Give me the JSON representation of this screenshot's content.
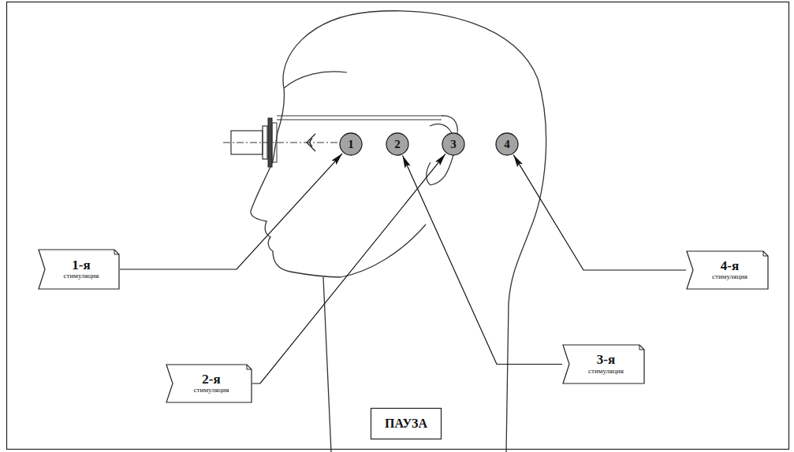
{
  "diagram": {
    "nodes": [
      {
        "text": [
          "1"
        ]
      },
      {
        "text": [
          "2"
        ]
      },
      {
        "text": [
          "3"
        ]
      },
      {
        "text": [
          "4"
        ]
      },
      {
        "text": [
          "1-я",
          "стимуляция"
        ]
      },
      {
        "text": [
          "4-я",
          "стимуляция"
        ]
      },
      {
        "text": [
          "3-я",
          "стимуляция"
        ]
      },
      {
        "text": [
          "2-я",
          "стимуляция"
        ]
      },
      {
        "text": [
          "ПАУЗА"
        ]
      }
    ],
    "edges": [
      {
        "from": 4,
        "to": 0,
        "arrow": "to"
      },
      {
        "from": 5,
        "to": 3,
        "arrow": "to"
      },
      {
        "from": 6,
        "to": 1,
        "arrow": "to"
      },
      {
        "from": 7,
        "to": 2,
        "arrow": "to"
      }
    ]
  }
}
